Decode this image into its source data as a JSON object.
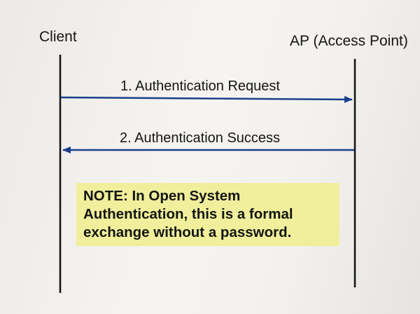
{
  "actors": {
    "client": "Client",
    "ap": "AP (Access Point)"
  },
  "messages": [
    {
      "label": "1. Authentication Request",
      "direction": "client-to-ap"
    },
    {
      "label": "2. Authentication Success",
      "direction": "ap-to-client"
    }
  ],
  "note": {
    "text": "NOTE:  In Open System\nAuthentication, this is a formal\nexchange without a password."
  },
  "colors": {
    "lifeline": "#111111",
    "arrow": "#1b3f8c",
    "note_background": "#f1ef9b"
  }
}
